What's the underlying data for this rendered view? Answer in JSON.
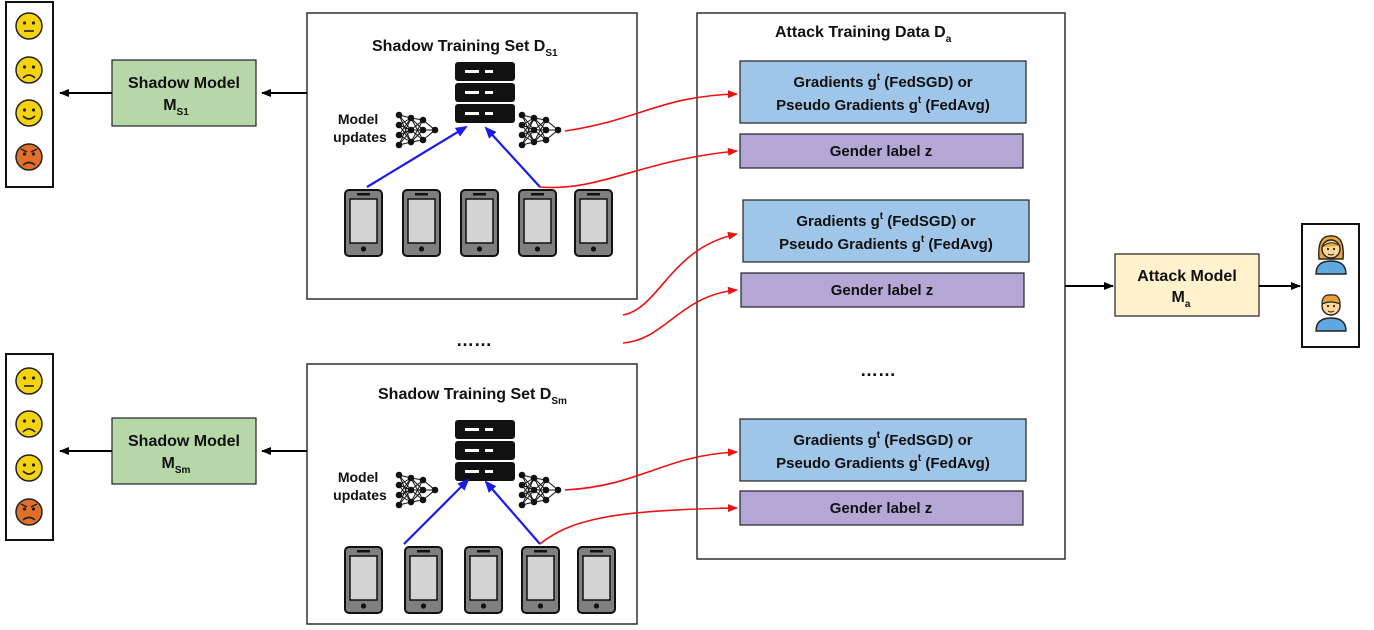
{
  "shadow_sets": [
    {
      "title": "Shadow Training Set D",
      "title_sub": "S1",
      "updates_label": [
        "Model",
        "updates"
      ],
      "model_label": "Shadow Model",
      "model_letter": "M",
      "model_sub": "S1",
      "emotions": [
        "neutral",
        "sad",
        "happy",
        "angry"
      ]
    },
    {
      "title": "Shadow Training Set D",
      "title_sub": "Sm",
      "updates_label": [
        "Model",
        "updates"
      ],
      "model_label": "Shadow Model",
      "model_letter": "M",
      "model_sub": "Sm",
      "emotions": [
        "neutral",
        "sad",
        "happy",
        "angry"
      ]
    }
  ],
  "ellipsis_middle": "……",
  "attack_data": {
    "title": "Attack Training Data D",
    "title_sub": "a",
    "ellipsis": "……",
    "blocks": [
      {
        "grad_line1_pre": "Gradients g",
        "sup": "t",
        "grad_line1_post": " (FedSGD) or",
        "grad_line2_pre": "Pseudo Gradients g",
        "grad_line2_post": " (FedAvg)",
        "label": "Gender label z"
      },
      {
        "grad_line1_pre": "Gradients g",
        "sup": "t",
        "grad_line1_post": " (FedSGD) or",
        "grad_line2_pre": "Pseudo Gradients g",
        "grad_line2_post": " (FedAvg)",
        "label": "Gender label z"
      },
      {
        "grad_line1_pre": "Gradients g",
        "sup": "t",
        "grad_line1_post": " (FedSGD) or",
        "grad_line2_pre": "Pseudo Gradients g",
        "grad_line2_post": " (FedAvg)",
        "label": "Gender label z"
      }
    ]
  },
  "attack_model": {
    "label": "Attack Model",
    "letter": "M",
    "sub": "a"
  },
  "outputs": [
    "woman",
    "man"
  ],
  "colors": {
    "shadow_model_fill": "#b6d7a8",
    "gradient_fill": "#9fc5e8",
    "label_fill": "#b4a7d6",
    "attack_model_fill": "#fff2cc",
    "red_arrow": "#ee1111",
    "blue_arrow": "#1a1aee",
    "emoji_yellow": "#f5d40f",
    "emoji_angry": "#e3702a"
  }
}
